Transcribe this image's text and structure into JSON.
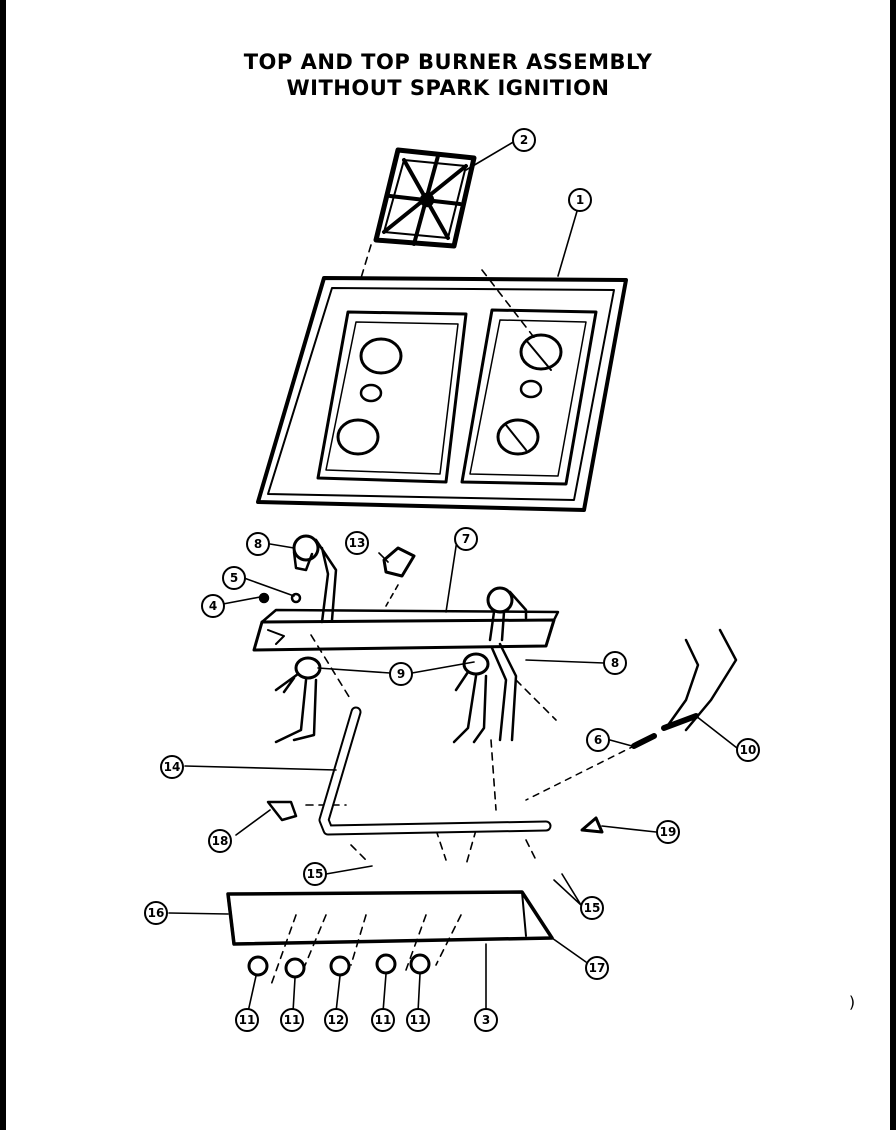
{
  "title_line1": "TOP AND TOP BURNER ASSEMBLY",
  "title_line2": "WITHOUT SPARK IGNITION",
  "stray_mark": ")",
  "callouts": [
    {
      "id": "c1",
      "label": "1"
    },
    {
      "id": "c2",
      "label": "2"
    },
    {
      "id": "c3",
      "label": "3"
    },
    {
      "id": "c4",
      "label": "4"
    },
    {
      "id": "c5",
      "label": "5"
    },
    {
      "id": "c6",
      "label": "6"
    },
    {
      "id": "c7",
      "label": "7"
    },
    {
      "id": "c8a",
      "label": "8"
    },
    {
      "id": "c8b",
      "label": "8"
    },
    {
      "id": "c9",
      "label": "9"
    },
    {
      "id": "c10",
      "label": "10"
    },
    {
      "id": "c11a",
      "label": "11"
    },
    {
      "id": "c11b",
      "label": "11"
    },
    {
      "id": "c11c",
      "label": "11"
    },
    {
      "id": "c11d",
      "label": "11"
    },
    {
      "id": "c12",
      "label": "12"
    },
    {
      "id": "c13",
      "label": "13"
    },
    {
      "id": "c14",
      "label": "14"
    },
    {
      "id": "c15a",
      "label": "15"
    },
    {
      "id": "c15b",
      "label": "15"
    },
    {
      "id": "c16",
      "label": "16"
    },
    {
      "id": "c17",
      "label": "17"
    },
    {
      "id": "c18",
      "label": "18"
    },
    {
      "id": "c19",
      "label": "19"
    }
  ]
}
